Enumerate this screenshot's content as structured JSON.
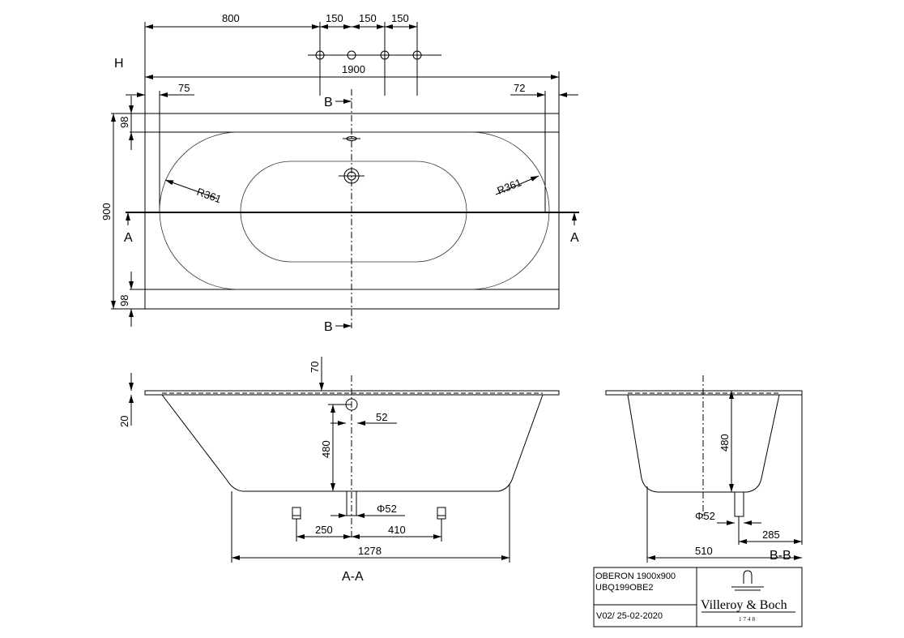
{
  "plan_view": {
    "view_marker": "H",
    "section_a": "A",
    "section_b": "B",
    "dimensions": {
      "d800": "800",
      "d150a": "150",
      "d150b": "150",
      "d150c": "150",
      "d1900": "1900",
      "d75": "75",
      "d72": "72",
      "d98_top": "98",
      "d900": "900",
      "d98_bottom": "98",
      "r_left": "R361",
      "r_right": "R361"
    }
  },
  "section_aa": {
    "label": "A-A",
    "dimensions": {
      "d70": "70",
      "d20": "20",
      "d480": "480",
      "d52": "52",
      "dia52": "Φ52",
      "d250": "250",
      "d410": "410",
      "d1278": "1278"
    }
  },
  "section_bb": {
    "label": "B-B",
    "dimensions": {
      "d480": "480",
      "dia52": "Φ52",
      "d510": "510",
      "d285": "285"
    }
  },
  "title_block": {
    "model": "OBERON 1900x900",
    "code": "UBQ199OBE2",
    "version": "V02/ 25-02-2020",
    "brand": "Villeroy & Boch",
    "brand_year": "1748"
  }
}
